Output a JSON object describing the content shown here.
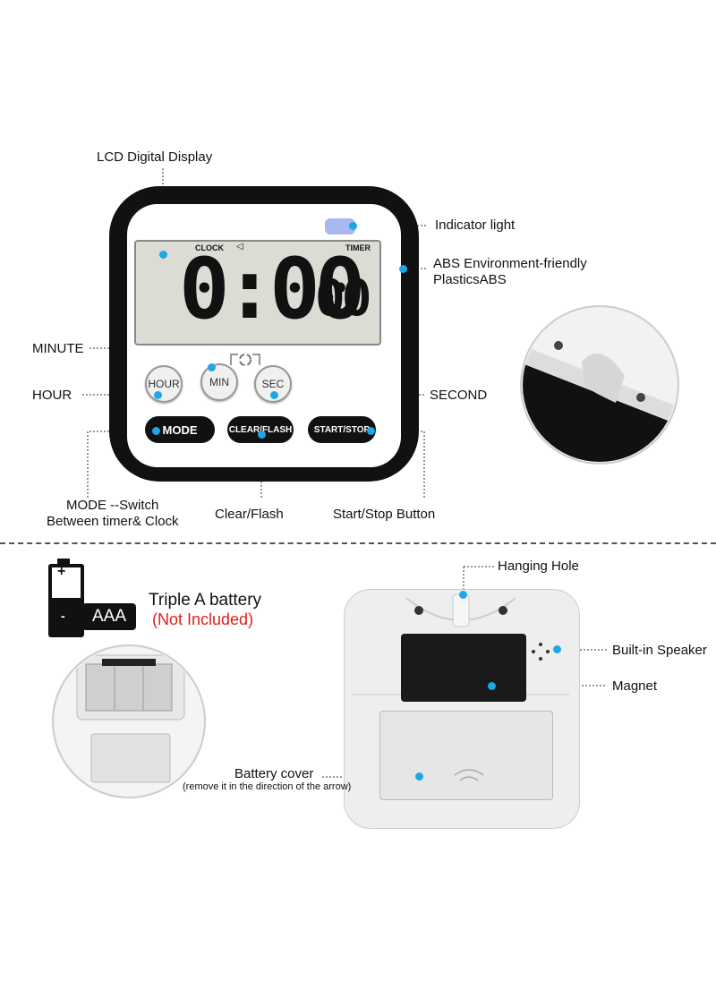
{
  "front": {
    "labels": {
      "lcd_display": "LCD Digital Display",
      "indicator_light": "Indicator light",
      "abs_line1": "ABS Environment-friendly",
      "abs_line2": "PlasticsABS",
      "minute": "MINUTE",
      "hour": "HOUR",
      "second": "SECOND",
      "mode_line1": "MODE --Switch",
      "mode_line2": "Between timer& Clock",
      "clear_flash": "Clear/Flash",
      "start_stop": "Start/Stop Button"
    },
    "lcd": {
      "clock": "CLOCK",
      "timer": "TIMER",
      "digits": "0:00",
      "small_digits": "00"
    },
    "buttons": {
      "hour": "HOUR",
      "min": "MIN",
      "sec": "SEC",
      "mode": "MODE",
      "clear": "CLEAR/FLASH",
      "start": "START/STOP"
    }
  },
  "battery": {
    "plus": "+",
    "minus": "-",
    "type": "AAA",
    "text": "Triple A battery",
    "note": "(Not Included)"
  },
  "back": {
    "labels": {
      "hanging_hole": "Hanging Hole",
      "speaker": "Built-in Speaker",
      "magnet": "Magnet",
      "battery_cover": "Battery cover",
      "battery_cover_note": "(remove it in the direction of the arrow)"
    }
  },
  "colors": {
    "accent_dot": "#1ea7e4",
    "warning_text": "#e02020"
  }
}
